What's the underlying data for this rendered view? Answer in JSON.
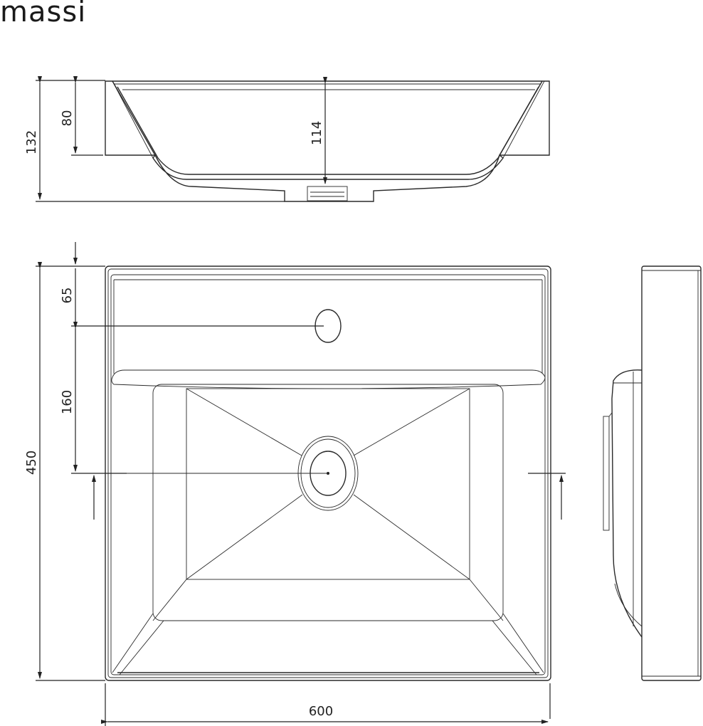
{
  "brand": {
    "logo_text": "massi"
  },
  "drawing": {
    "title": "Washbasin technical drawing",
    "views": [
      "section-view",
      "top-view",
      "side-view"
    ],
    "section_view": {
      "dimensions": {
        "total_height": "132",
        "rim_height": "80",
        "bowl_depth": "114"
      }
    },
    "top_view": {
      "dimensions": {
        "depth": "450",
        "tap_hole_offset": "65",
        "tap_to_drain": "160",
        "width": "600"
      }
    }
  },
  "colors": {
    "line": "#2a2a2a",
    "background": "#ffffff"
  }
}
